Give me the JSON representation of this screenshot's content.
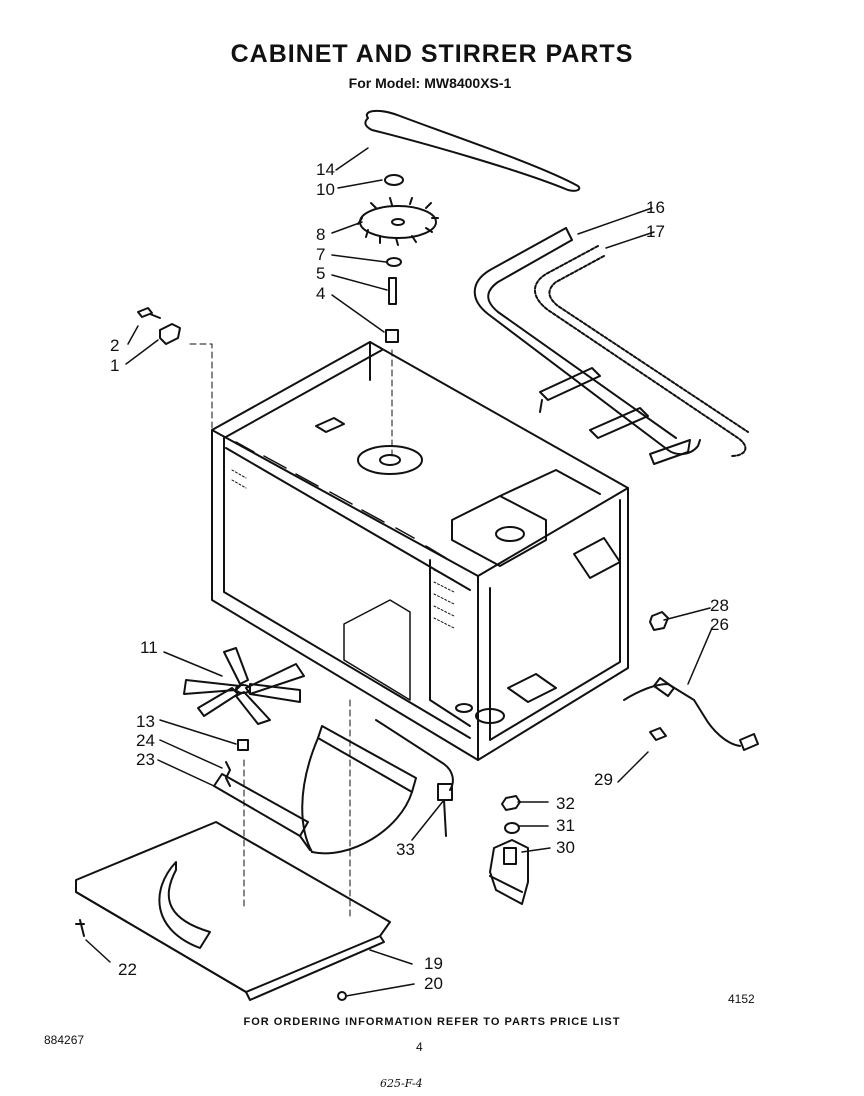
{
  "title": "CABINET AND STIRRER PARTS",
  "subtitle": {
    "label": "For Model:",
    "model": "MW8400XS-1"
  },
  "callouts": {
    "c14": "14",
    "c10": "10",
    "c8": "8",
    "c7": "7",
    "c5": "5",
    "c4": "4",
    "c2": "2",
    "c1": "1",
    "c16": "16",
    "c17": "17",
    "c28": "28",
    "c26": "26",
    "c11": "11",
    "c13": "13",
    "c24": "24",
    "c23": "23",
    "c29": "29",
    "c32": "32",
    "c31": "31",
    "c30": "30",
    "c33": "33",
    "c22": "22",
    "c19": "19",
    "c20": "20"
  },
  "figure_number": "4152",
  "footer_note": "FOR ORDERING INFORMATION REFER TO PARTS PRICE LIST",
  "document_number": "884267",
  "page_number": "4",
  "handwritten_note": "625-F-4"
}
